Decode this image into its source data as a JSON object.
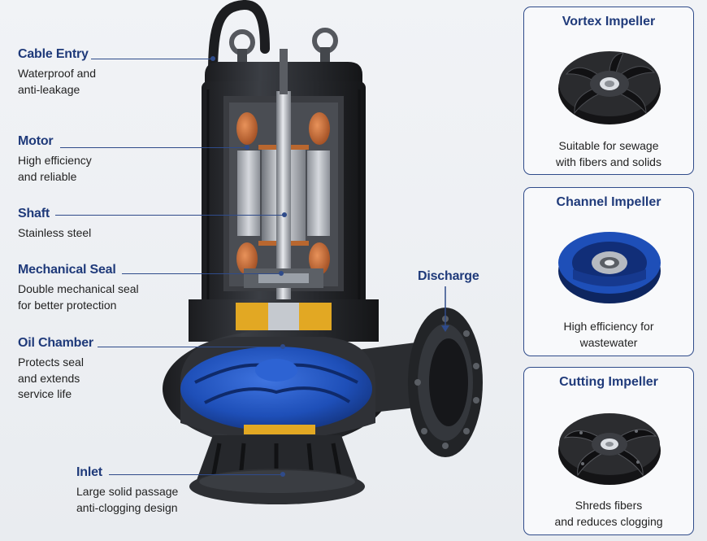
{
  "labels": {
    "cable_entry": {
      "title": "Cable Entry",
      "desc_line1": "Waterproof and",
      "desc_line2": "anti-leakage"
    },
    "motor": {
      "title": "Motor",
      "desc_line1": "High efficiency",
      "desc_line2": "and reliable"
    },
    "shaft": {
      "title": "Shaft",
      "desc_line1": "Stainless steel"
    },
    "mechanical_seal": {
      "title": "Mechanical Seal",
      "desc_line1": "Double mechanical seal",
      "desc_line2": "for better protection"
    },
    "oil_chamber": {
      "title": "Oil Chamber",
      "desc_line1": "Protects seal",
      "desc_line2": "and extends",
      "desc_line3": "service life"
    },
    "inlet": {
      "title": "Inlet",
      "desc_line1": "Large solid passage",
      "desc_line2": "anti-clogging design"
    },
    "discharge": {
      "title": "Discharge"
    }
  },
  "impellers": [
    {
      "title": "Vortex Impeller",
      "desc_line1": "Suitable for sewage",
      "desc_line2": "with fibers and solids",
      "icon": "vortex-impeller-icon",
      "color": "#1c1c1e"
    },
    {
      "title": "Channel Impeller",
      "desc_line1": "High efficiency for",
      "desc_line2": "wastewater",
      "icon": "channel-impeller-icon",
      "color": "#1d3f95"
    },
    {
      "title": "Cutting Impeller",
      "desc_line1": "Shreds fibers",
      "desc_line2": "and reduces clogging",
      "icon": "cutting-impeller-icon",
      "color": "#1c1c1e"
    }
  ],
  "colors": {
    "accent": "#1f3a7a",
    "pump_body": "#2a2c30",
    "impeller_blue": "#1e4fb8",
    "copper": "#c66a34",
    "oil_yellow": "#e2a823"
  }
}
